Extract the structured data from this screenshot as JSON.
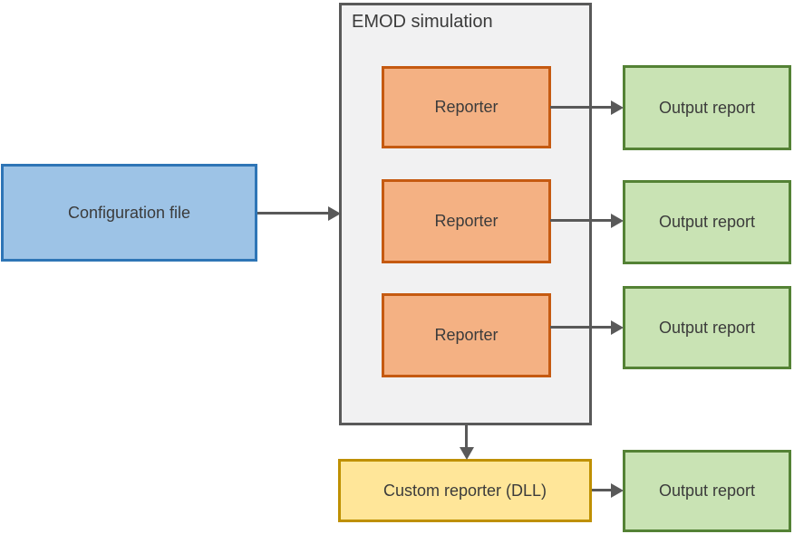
{
  "diagram": {
    "simulation_container": {
      "title": "EMOD simulation"
    },
    "config_box": {
      "label": "Configuration file"
    },
    "reporter_boxes": [
      {
        "label": "Reporter"
      },
      {
        "label": "Reporter"
      },
      {
        "label": "Reporter"
      }
    ],
    "output_boxes": [
      {
        "label": "Output report"
      },
      {
        "label": "Output report"
      },
      {
        "label": "Output report"
      },
      {
        "label": "Output report"
      }
    ],
    "custom_reporter_box": {
      "label": "Custom reporter (DLL)"
    },
    "arrows": [
      {
        "from": "config_box",
        "to": "simulation_container",
        "direction": "right"
      },
      {
        "from": "reporter_boxes.0",
        "to": "output_boxes.0",
        "direction": "right"
      },
      {
        "from": "reporter_boxes.1",
        "to": "output_boxes.1",
        "direction": "right"
      },
      {
        "from": "reporter_boxes.2",
        "to": "output_boxes.2",
        "direction": "right"
      },
      {
        "from": "simulation_container",
        "to": "custom_reporter_box",
        "direction": "down"
      },
      {
        "from": "custom_reporter_box",
        "to": "output_boxes.3",
        "direction": "right"
      }
    ]
  },
  "colors": {
    "config_fill": "#9DC3E6",
    "config_border": "#2E75B6",
    "reporter_fill": "#F4B183",
    "reporter_border": "#C55A11",
    "output_fill": "#C9E3B4",
    "output_border": "#548235",
    "custom_fill": "#FFE699",
    "custom_border": "#BF9000",
    "container_fill": "#F1F1F2",
    "container_border": "#595959",
    "arrow": "#595959",
    "text": "#3B3B3B"
  }
}
